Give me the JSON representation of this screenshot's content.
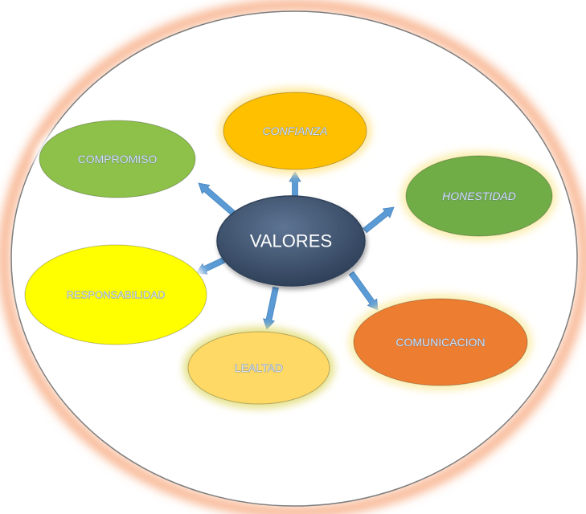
{
  "diagram": {
    "center": {
      "label": "VALORES",
      "color": "#3d5068"
    },
    "nodes": [
      {
        "id": "confianza",
        "label": "CONFIANZA",
        "italic": true,
        "fill": "#ffc000",
        "glow": "#ffe9a0"
      },
      {
        "id": "honestidad",
        "label": "HONESTIDAD",
        "italic": true,
        "fill": "#70ad47",
        "glow": "#fbeeb0"
      },
      {
        "id": "comunicacion",
        "label": "COMUNICACION",
        "italic": false,
        "fill": "#ed7d31",
        "glow": "#fbeeb0"
      },
      {
        "id": "lealtad",
        "label": "LEALTAD",
        "italic": false,
        "fill": "#ffd966",
        "glow": "#e6e28a"
      },
      {
        "id": "responsabilidad",
        "label": "RESPONSABILIDAD",
        "italic": false,
        "fill": "#ffff00",
        "glow": "#ffffff"
      },
      {
        "id": "compromiso",
        "label": "COMPROMISO",
        "italic": false,
        "fill": "#8dc149",
        "glow": "#ffffff"
      }
    ],
    "colors": {
      "frame_fill": "#ffffff",
      "frame_stroke": "#7d7d7d",
      "frame_glow": "#f8b591",
      "arrow": "#5b9bd5"
    }
  }
}
